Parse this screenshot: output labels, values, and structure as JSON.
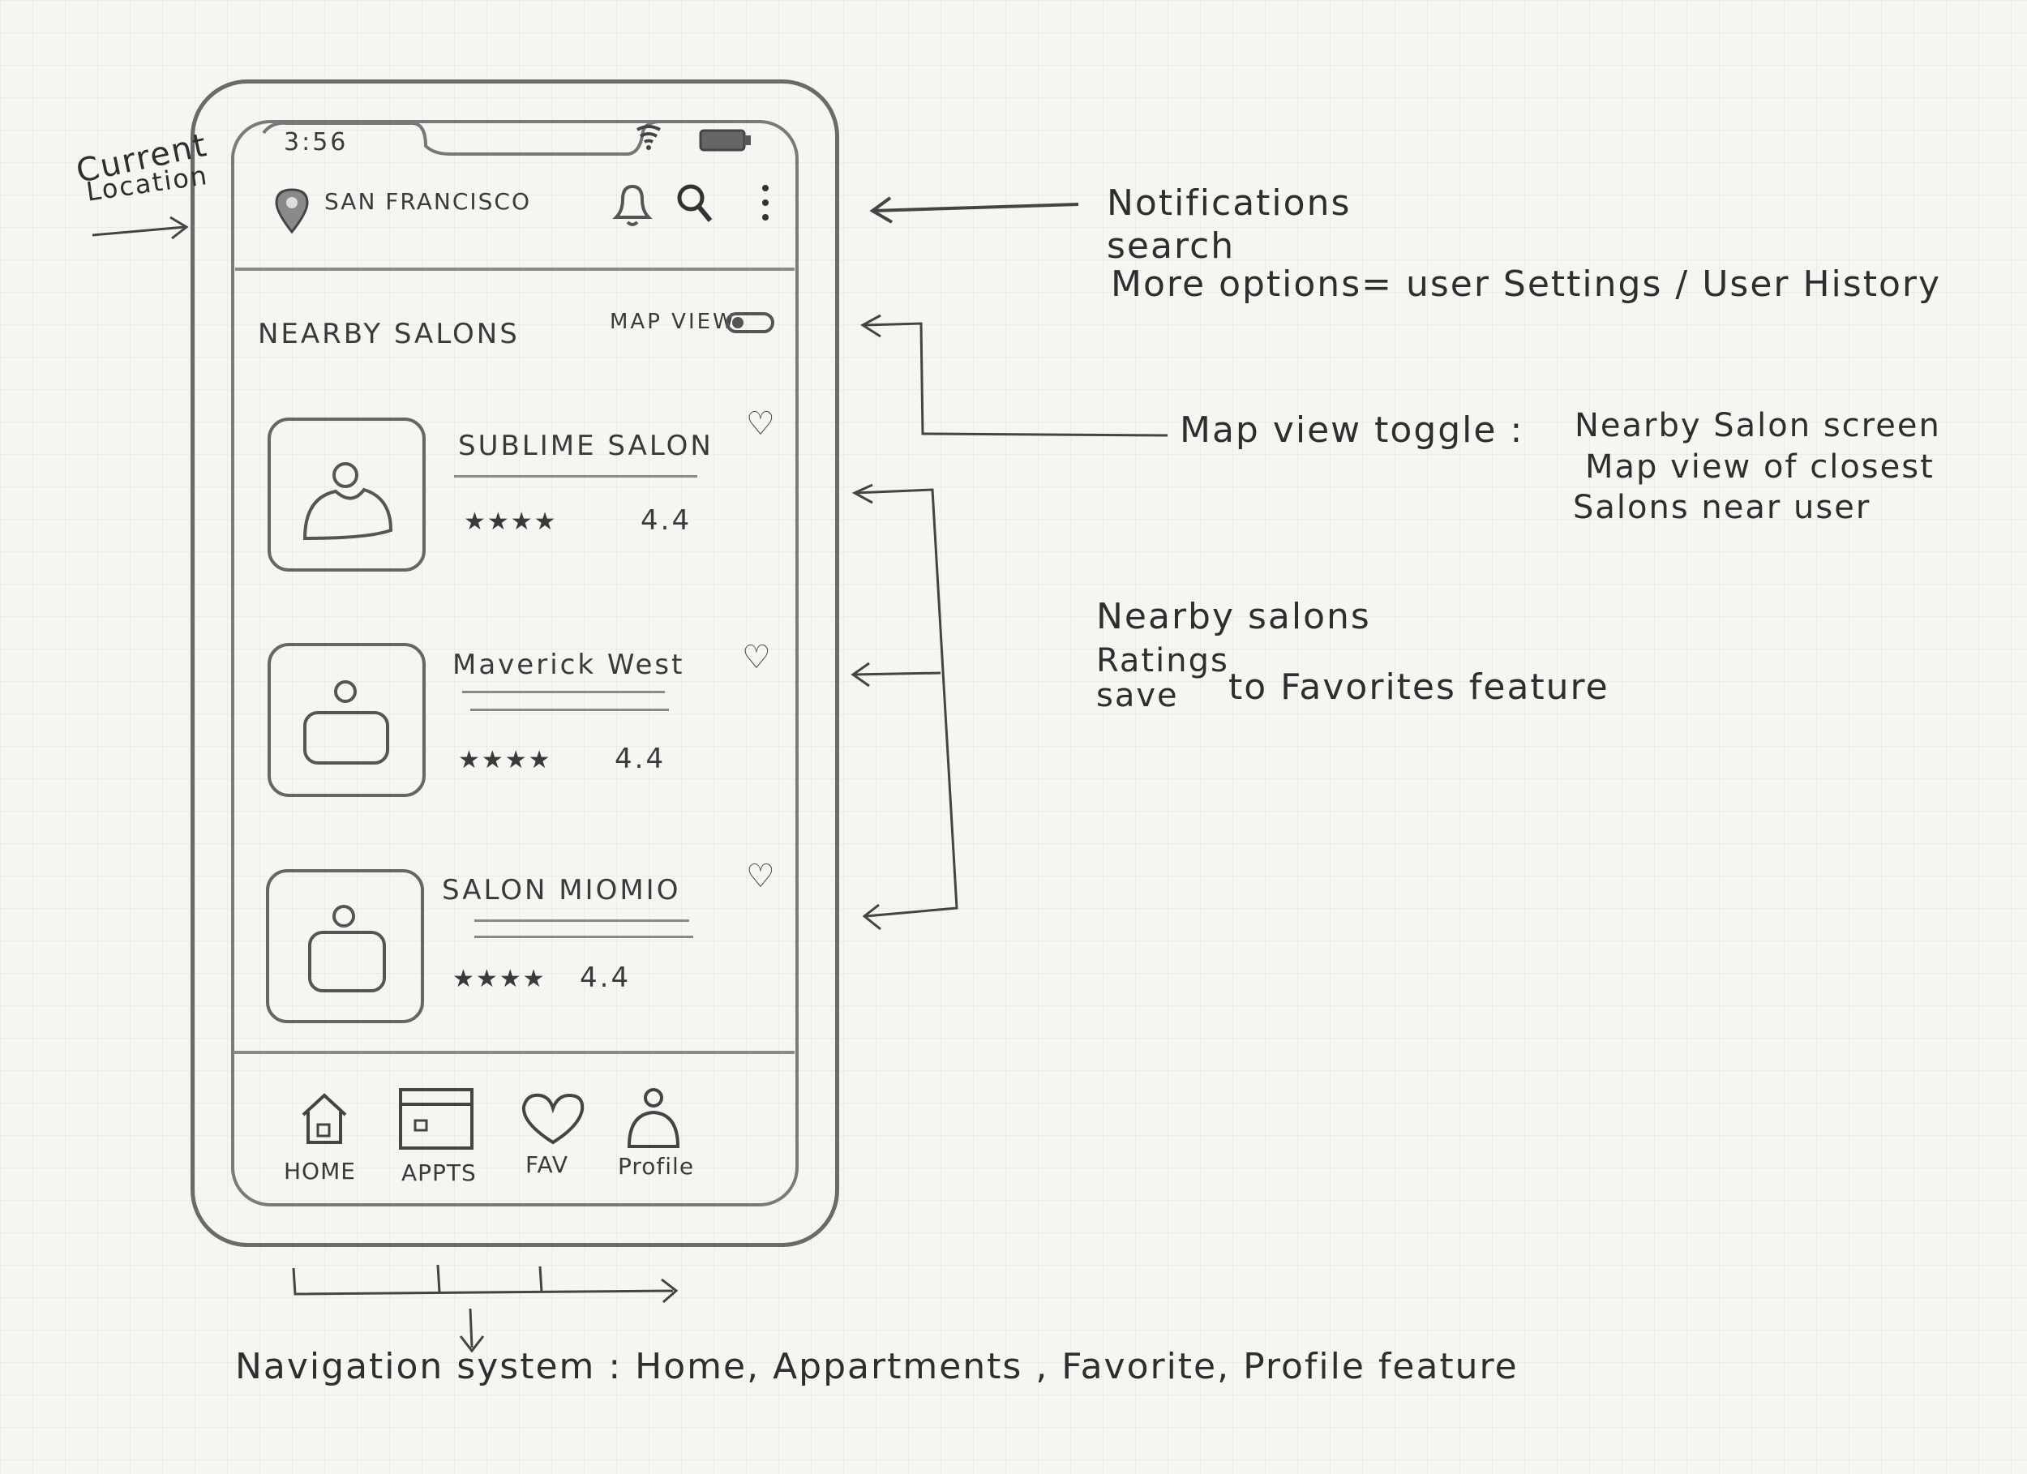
{
  "annotations": {
    "current_location": [
      "Current",
      "Location"
    ],
    "header_icons": [
      "Notifications",
      "search",
      "More options= user Settings / User History"
    ],
    "map_toggle": "Map view toggle :",
    "map_toggle_desc": [
      "Nearby Salon screen",
      "Map view of closest",
      "Salons near user"
    ],
    "nearby_salons": [
      "Nearby salons",
      "Ratings",
      "save",
      "to Favorites feature"
    ],
    "navigation": "Navigation system : Home, Appartments , Favorite, Profile feature"
  },
  "phone": {
    "status_time": "3:56",
    "location": "SAN FRANCISCO",
    "section_title": "NEARBY SALONS",
    "map_view_label": "MAP VIEW",
    "salons": [
      {
        "name": "SUBLIME SALON",
        "stars": "★★★★",
        "rating": "4.4"
      },
      {
        "name": "Maverick West",
        "stars": "★★★★",
        "rating": "4.4"
      },
      {
        "name": "SALON MIOMIO",
        "stars": "★★★★",
        "rating": "4.4"
      }
    ],
    "nav": [
      {
        "label": "HOME"
      },
      {
        "label": "APPTS"
      },
      {
        "label": "FAV"
      },
      {
        "label": "Profile"
      }
    ]
  }
}
